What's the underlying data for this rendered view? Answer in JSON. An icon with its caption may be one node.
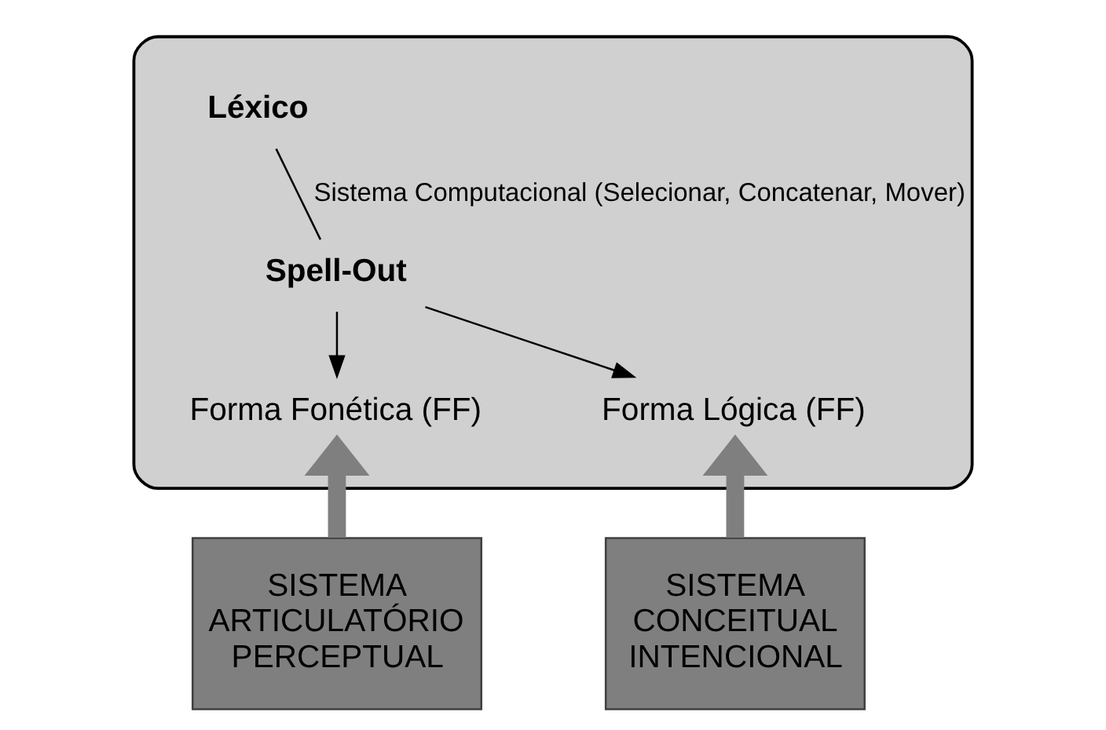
{
  "diagram": {
    "nodes": [
      {
        "text": [],
        "shape": "box"
      },
      {
        "text": [
          "Léxico"
        ],
        "in": 0
      },
      {
        "text": [
          "Spell-Out"
        ],
        "in": 0
      },
      {
        "text": [
          "Forma Fonética (FF)"
        ],
        "in": 0
      },
      {
        "text": [
          "Forma Lógica (FF)"
        ],
        "in": 0
      },
      {
        "text": [
          "SISTEMA ARTICULATÓRIO PERCEPTUAL"
        ]
      },
      {
        "text": [
          "SISTEMA CONCEITUAL INTENCIONAL"
        ]
      }
    ],
    "edges": [
      {
        "from": 1,
        "to": 2,
        "arrow": "none",
        "label": "Sistema Computacional (Selecionar, Concatenar, Mover)"
      },
      {
        "from": 2,
        "to": 3,
        "arrow": "to"
      },
      {
        "from": 2,
        "to": 4,
        "arrow": "to"
      },
      {
        "from": 5,
        "to": 3,
        "arrow": "to",
        "style": "thick",
        "color": "#7f7f7f"
      },
      {
        "from": 6,
        "to": 4,
        "arrow": "to",
        "style": "thick",
        "color": "#7f7f7f"
      }
    ]
  }
}
